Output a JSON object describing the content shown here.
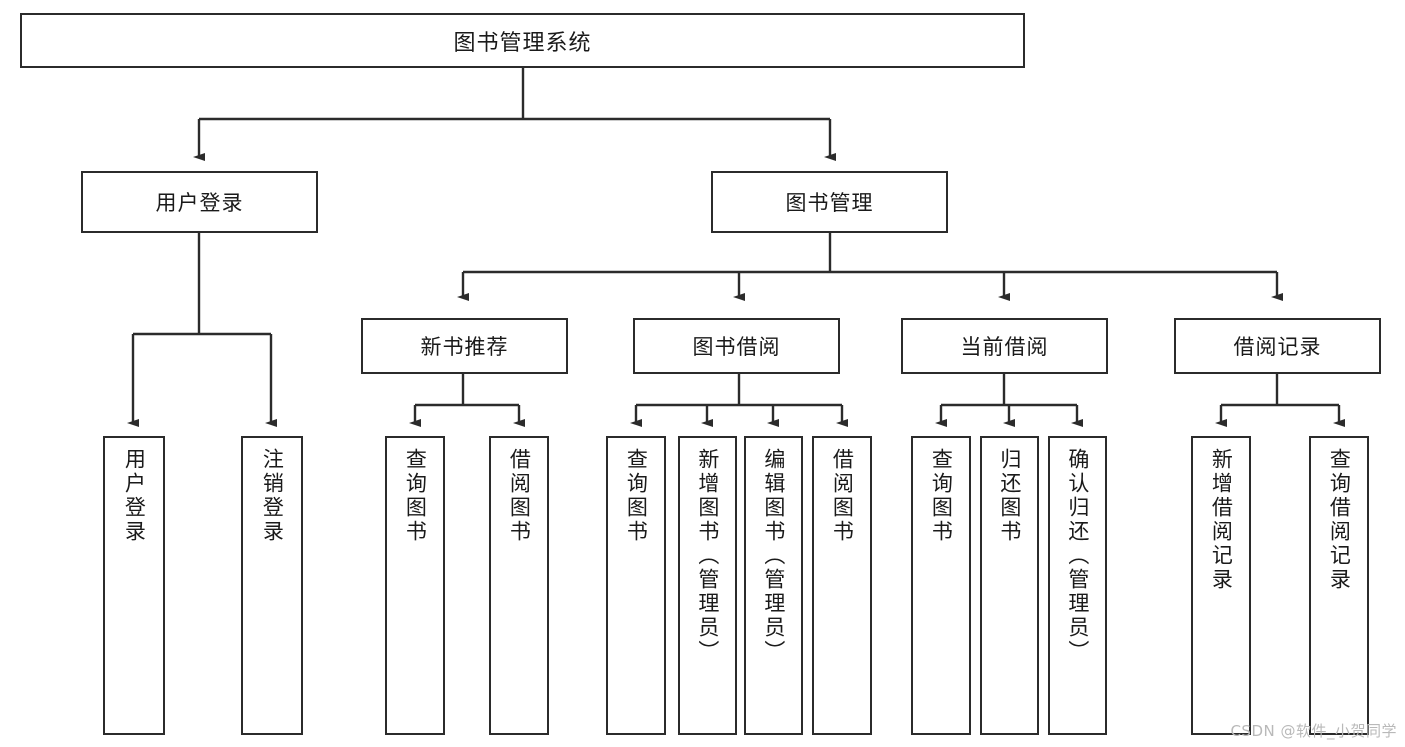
{
  "diagram": {
    "title": "图书管理系统",
    "watermark": "CSDN @软件_小贺同学",
    "colors": {
      "stroke": "#2b2b2b",
      "fill": "#ffffff",
      "text": "#1a1a1a",
      "watermark": "#b9b9b9"
    },
    "root": {
      "label": "图书管理系统"
    },
    "level2": [
      {
        "label": "用户登录"
      },
      {
        "label": "图书管理"
      }
    ],
    "level3": [
      {
        "label": "新书推荐"
      },
      {
        "label": "图书借阅"
      },
      {
        "label": "当前借阅"
      },
      {
        "label": "借阅记录"
      }
    ],
    "leaves": {
      "user_login": [
        {
          "label": "用户登录"
        },
        {
          "label": "注销登录"
        }
      ],
      "new_book_recommend": [
        {
          "label": "查询图书"
        },
        {
          "label": "借阅图书"
        }
      ],
      "book_borrow": [
        {
          "label": "查询图书"
        },
        {
          "label": "新增图书（管理员）"
        },
        {
          "label": "编辑图书（管理员）"
        },
        {
          "label": "借阅图书"
        }
      ],
      "current_borrow": [
        {
          "label": "查询图书"
        },
        {
          "label": "归还图书"
        },
        {
          "label": "确认归还（管理员）"
        }
      ],
      "borrow_record": [
        {
          "label": "新增借阅记录"
        },
        {
          "label": "查询借阅记录"
        }
      ]
    }
  }
}
